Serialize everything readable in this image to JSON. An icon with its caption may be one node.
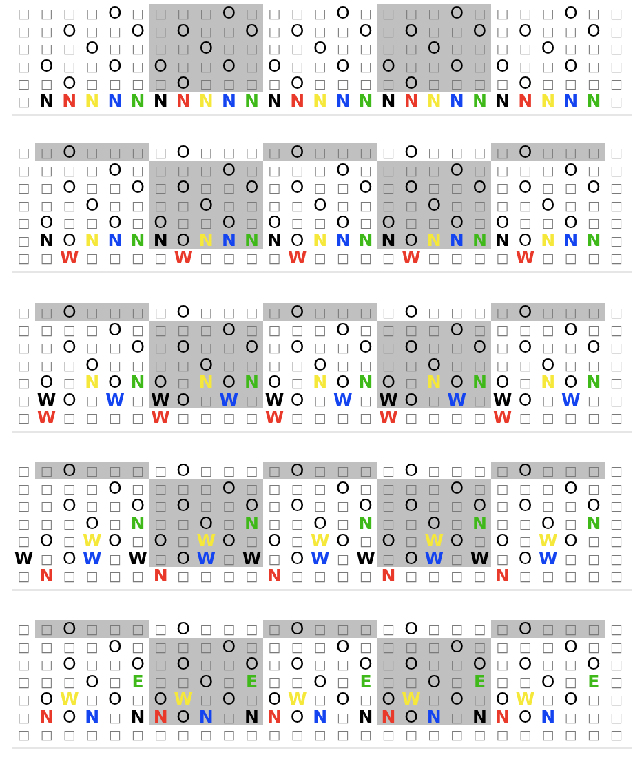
{
  "diagram": {
    "labels": [
      "□ □ □ □ O □ □ □ □ O □ □ □ □ O □ □ □ □ O □ □ □ □ O □ □",
      "□ □ O □ □ O □ O □ □ O □ O □ □ O □ O □ □ O □ O □ □ O □",
      "□ □ □ O □ □ □ □ O □ □ □ □ O □ □ □ □ O □ □ □ □ O □ □ □",
      "□ O □ □ O □ O □ □ O □ O □ □ O □ O □ □ O □ O □ □ O □ □",
      "□ □ O □ □ □ □ O □ □ □ □ O □ □ □ □ O □ □ □ □ O □ □ □ □",
      "□ N N N N N N N N N N N N N N N N N N N N N N N N N □",
      "□ □ O □ □ □ □ O □ □ □ □ O □ □ □ □ O □ □ □ □ O □ □ □ □",
      "□ □ □ □ O □ □ □ □ O □ □ □ □ O □ □ □ □ O □ □ □ □ O □ □",
      "□ □ O □ □ O □ O □ □ O □ O □ □ O □ O □ □ O □ O □ □ O □",
      "□ □ □ O □ □ □ □ O □ □ □ □ O □ □ □ □ O □ □ □ □ O □ □ □",
      "□ O □ □ O □ O □ □ O □ O □ □ O □ O □ □ O □ O □ □ O □ □",
      "□ N O N N N N O N N N N O N N N N O N N N N O N N N □",
      "□ □ W □ □ □ □ W □ □ □ □ W □ □ □ □ W □ □ □ □ W □ □ □ □",
      "□ □ O □ □ □ □ O □ □ □ □ O □ □ □ □ O □ □ □ □ O □ □ □ □",
      "□ □ □ □ O □ □ □ □ O □ □ □ □ O □ □ □ □ O □ □ □ □ O □ □",
      "□ □ O □ □ O □ O □ □ O □ O □ □ O □ O □ □ O □ O □ □ O □",
      "□ □ □ O □ □ □ □ O □ □ □ □ O □ □ □ □ O □ □ □ □ O □ □ □",
      "□ O □ N O N O □ N O N O □ N O N O □ N O N O □ N O N □",
      "□ W O □ W □ W O □ W □ W O □ W □ W O □ W □ W O □ W □ □",
      "□ W □ □ □ □ W □ □ □ □ W □ □ □ □ W □ □ □ □ W □ □ □ □ □",
      "□ □ O □ □ □ □ O □ □ □ □ O □ □ □ □ O □ □ □ □ O □ □ □ □",
      "□ □ □ □ O □ □ □ □ O □ □ □ □ O □ □ □ □ O □ □ □ □ O □ □",
      "□ □ O □ □ O □ O □ □ O □ O □ □ O □ O □ □ O □ O □ □ O □",
      "□ □ □ O □ N □ □ O □ N □ □ O □ N □ □ O □ N □ □ O □ N □",
      "□ O □ W O □ O □ W O □ O □ W O □ O □ W O □ O □ W O □ □",
      "W □ O W □ W □ O W □ W □ O W □ W □ O W □ W □ O W □ □ □",
      "□ N □ □ □ □ N □ □ □ □ N □ □ □ □ N □ □ □ □ N □ □ □ □ □",
      "□ □ O □ □ □ □ O □ □ □ □ O □ □ □ □ O □ □ □ □ O □ □ □ □",
      "□ □ □ □ O □ □ □ □ O □ □ □ □ O □ □ □ □ O □ □ □ □ O □ □",
      "□ □ O □ □ O □ O □ □ O □ O □ □ O □ O □ □ O □ O □ □ O □",
      "□ □ □ O □ E □ □ O □ E □ □ O □ E □ □ O □ E □ □ O □ E □",
      "□ O W □ O □ O W □ O □ O W □ O □ O W □ O □ O W □ O □ □",
      "□ N O N □ N N O N □ N N O N □ N N O N □ N N O N □ □ □",
      "□ □ □ □ □ □ □ □ □ □ □ □ □ □ □ □ □ □ □ □ □ □ □ □ □ □ □"
    ]
  }
}
